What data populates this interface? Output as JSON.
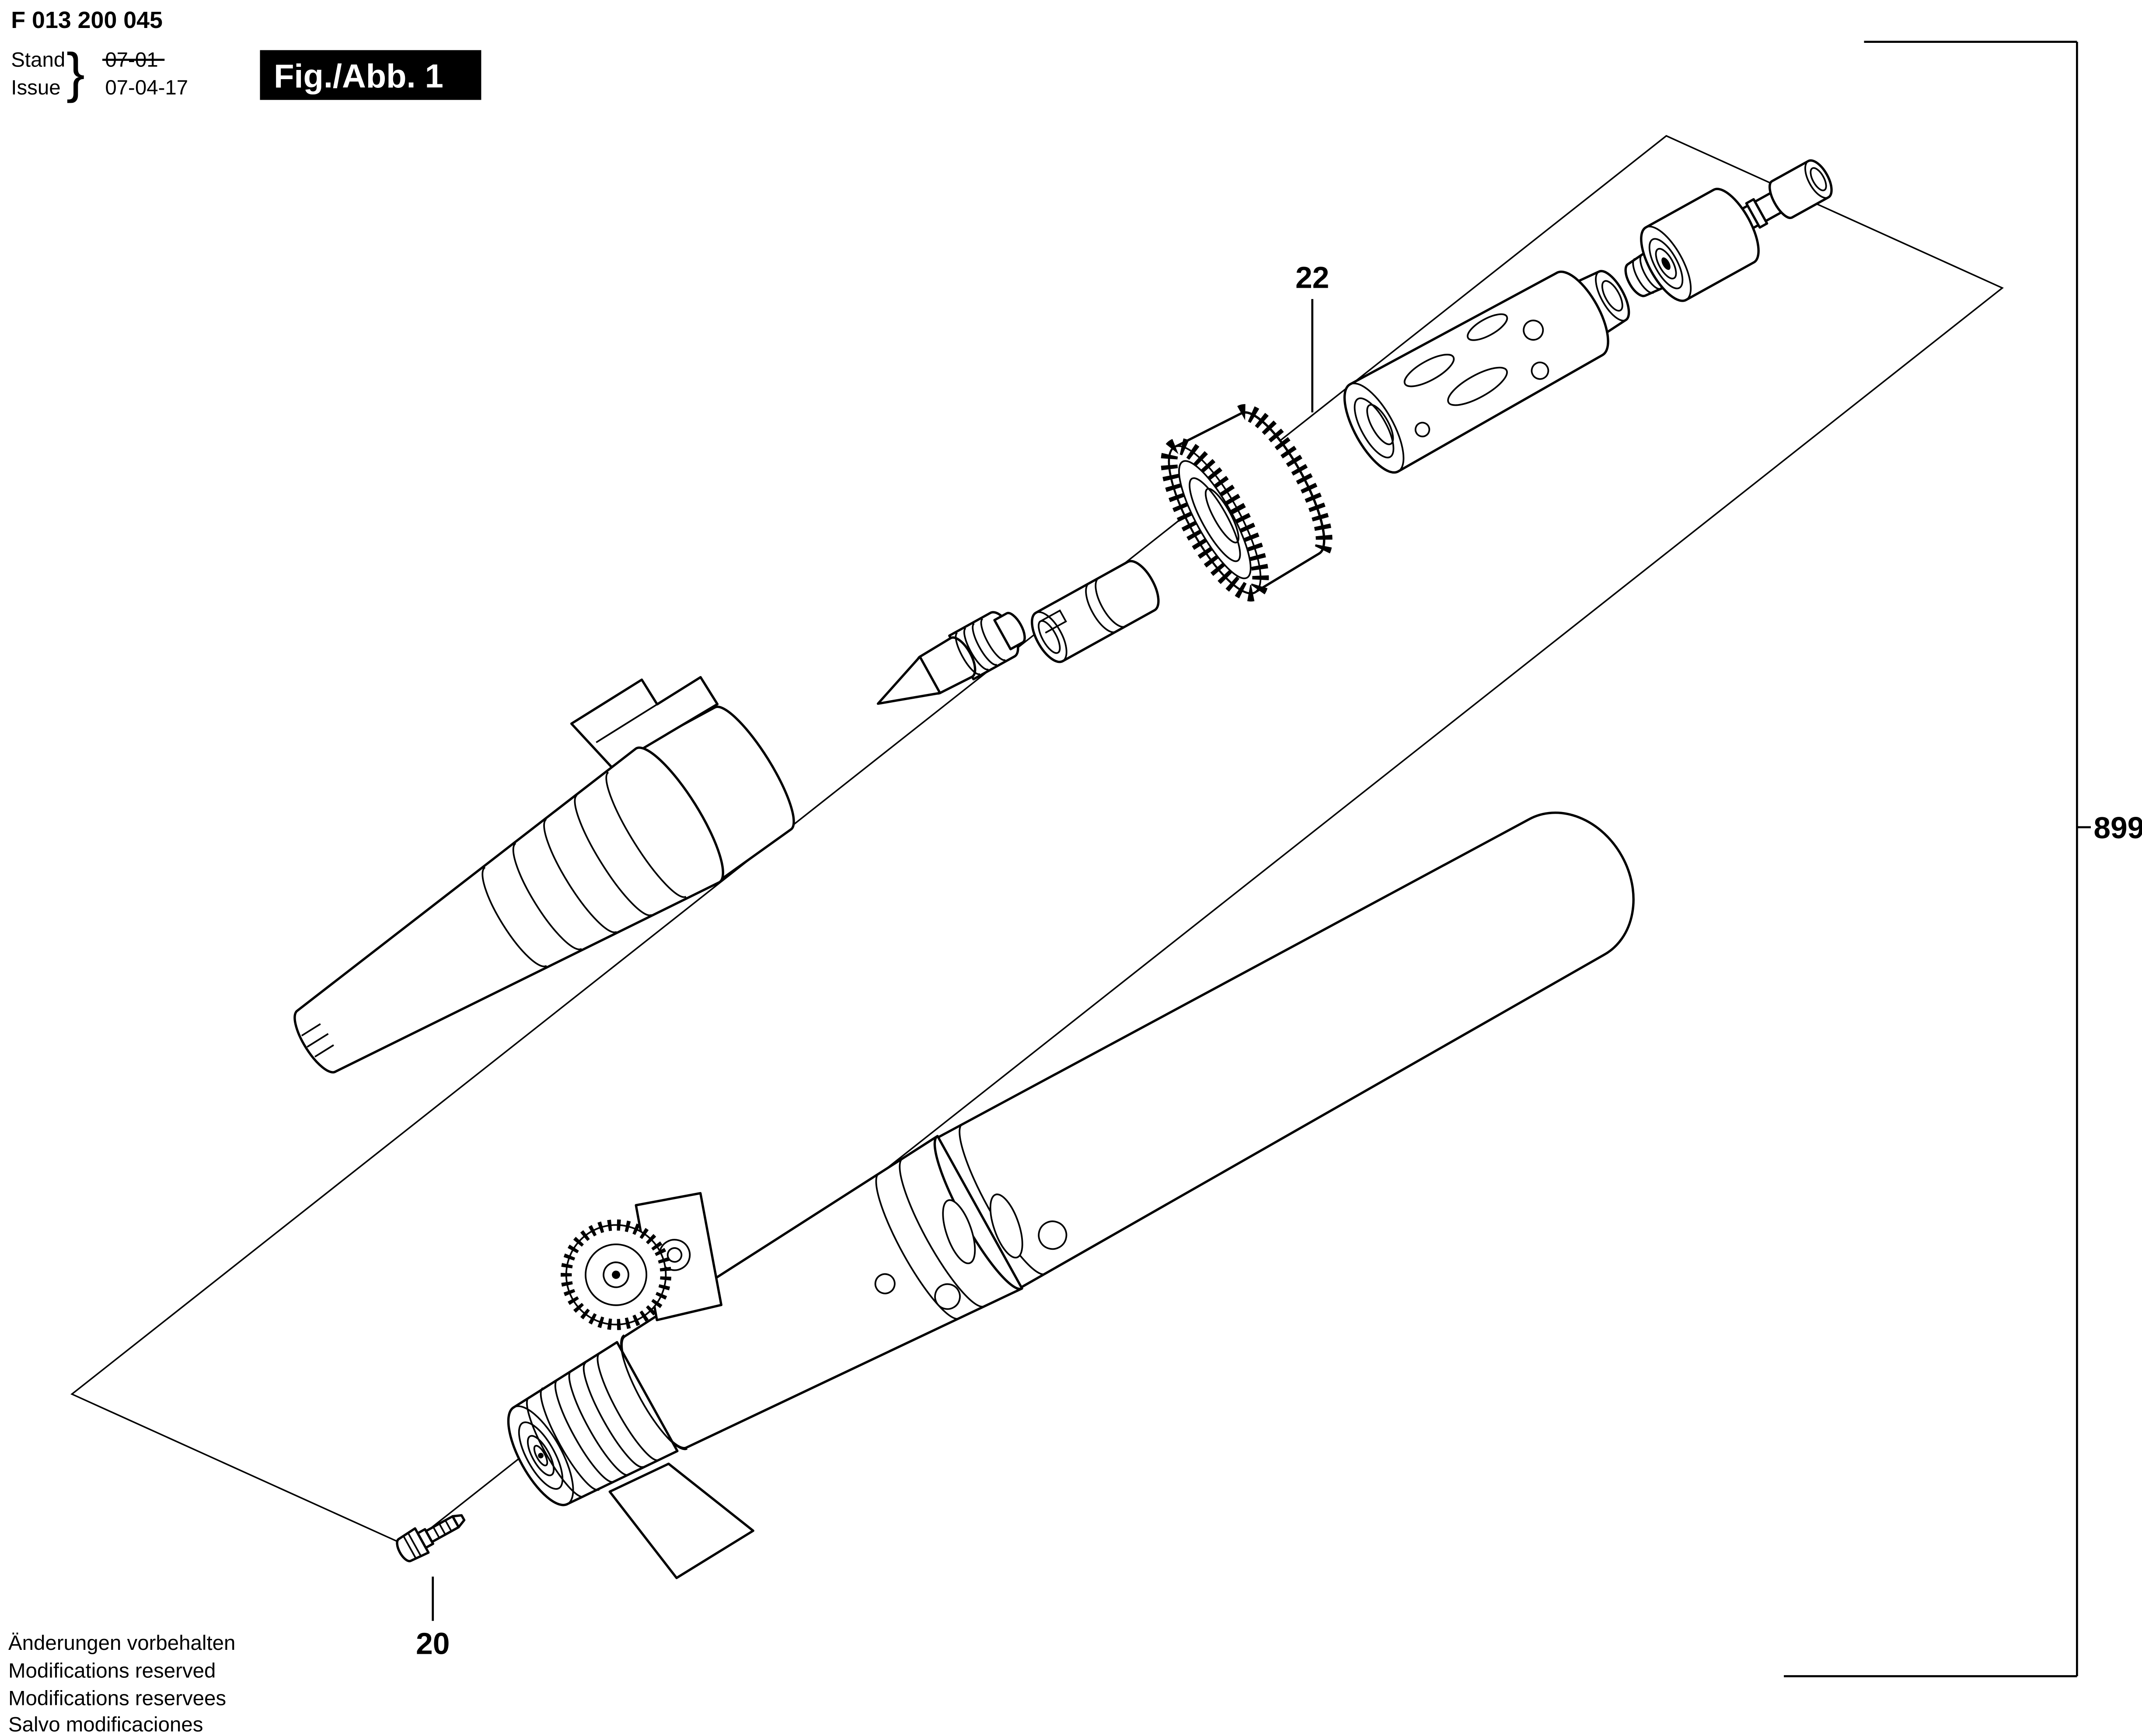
{
  "doc": {
    "part_number": "F 013 200 045",
    "stand_label": "Stand",
    "issue_label": "Issue",
    "brace": "}",
    "old_date": "07-01",
    "new_date": "07-04-17",
    "figure_label": "Fig./Abb. 1"
  },
  "callouts": {
    "knurled_nut": "22",
    "assembly": "899",
    "valve_screw": "20"
  },
  "footer": {
    "lines": [
      "Änderungen vorbehalten",
      "Modifications reserved",
      "Modifications reservees",
      "Salvo modificaciones"
    ]
  },
  "colors": {
    "ink": "#000000",
    "paper": "#ffffff"
  }
}
